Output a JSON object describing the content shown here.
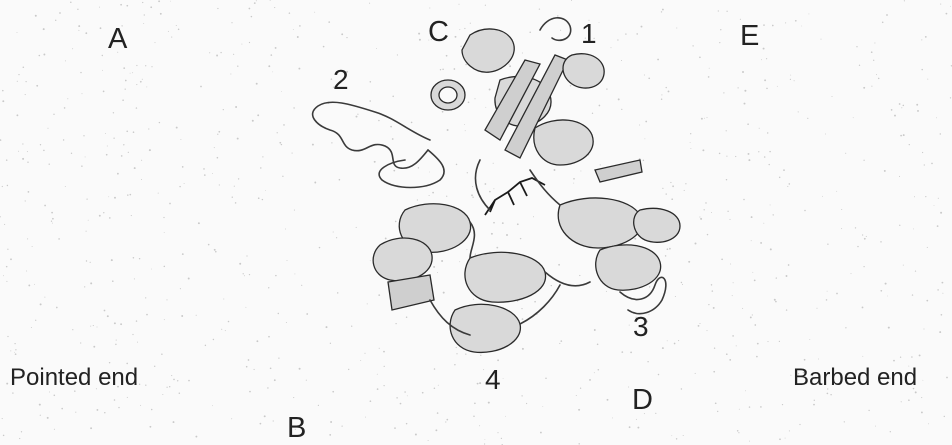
{
  "labels": {
    "A": "A",
    "B": "B",
    "C": "C",
    "D": "D",
    "E": "E",
    "sub1": "1",
    "sub2": "2",
    "sub3": "3",
    "sub4": "4",
    "pointed": "Pointed end",
    "barbed": "Barbed end"
  },
  "colors": {
    "background": "#fafafa",
    "ink": "#222222",
    "helix_fill": "#d9d9d9",
    "sheet_fill": "#cfcfcf"
  }
}
